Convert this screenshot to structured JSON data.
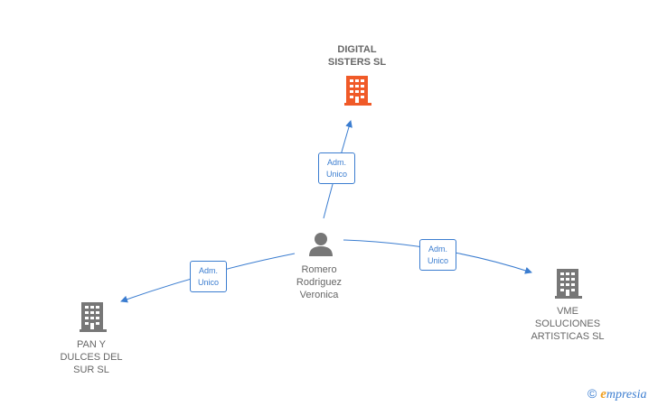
{
  "nodes": {
    "digital": {
      "label": "DIGITAL\nSISTERS  SL"
    },
    "person": {
      "label": "Romero\nRodriguez\nVeronica"
    },
    "pan": {
      "label": "PAN Y\nDULCES DEL\nSUR  SL"
    },
    "vme": {
      "label": "VME\nSOLUCIONES\nARTISTICAS  SL"
    }
  },
  "edges": {
    "to_digital": {
      "line1": "Adm.",
      "line2": "Unico"
    },
    "to_pan": {
      "line1": "Adm.",
      "line2": "Unico"
    },
    "to_vme": {
      "line1": "Adm.",
      "line2": "Unico"
    }
  },
  "footer": {
    "copyright": "©",
    "brand_first": "e",
    "brand_rest": "mpresia"
  },
  "colors": {
    "edge": "#3b7dd0",
    "highlight_building": "#f05a28",
    "building": "#777777",
    "person": "#777777"
  },
  "icons": {
    "company": "building-icon",
    "person": "person-icon"
  }
}
